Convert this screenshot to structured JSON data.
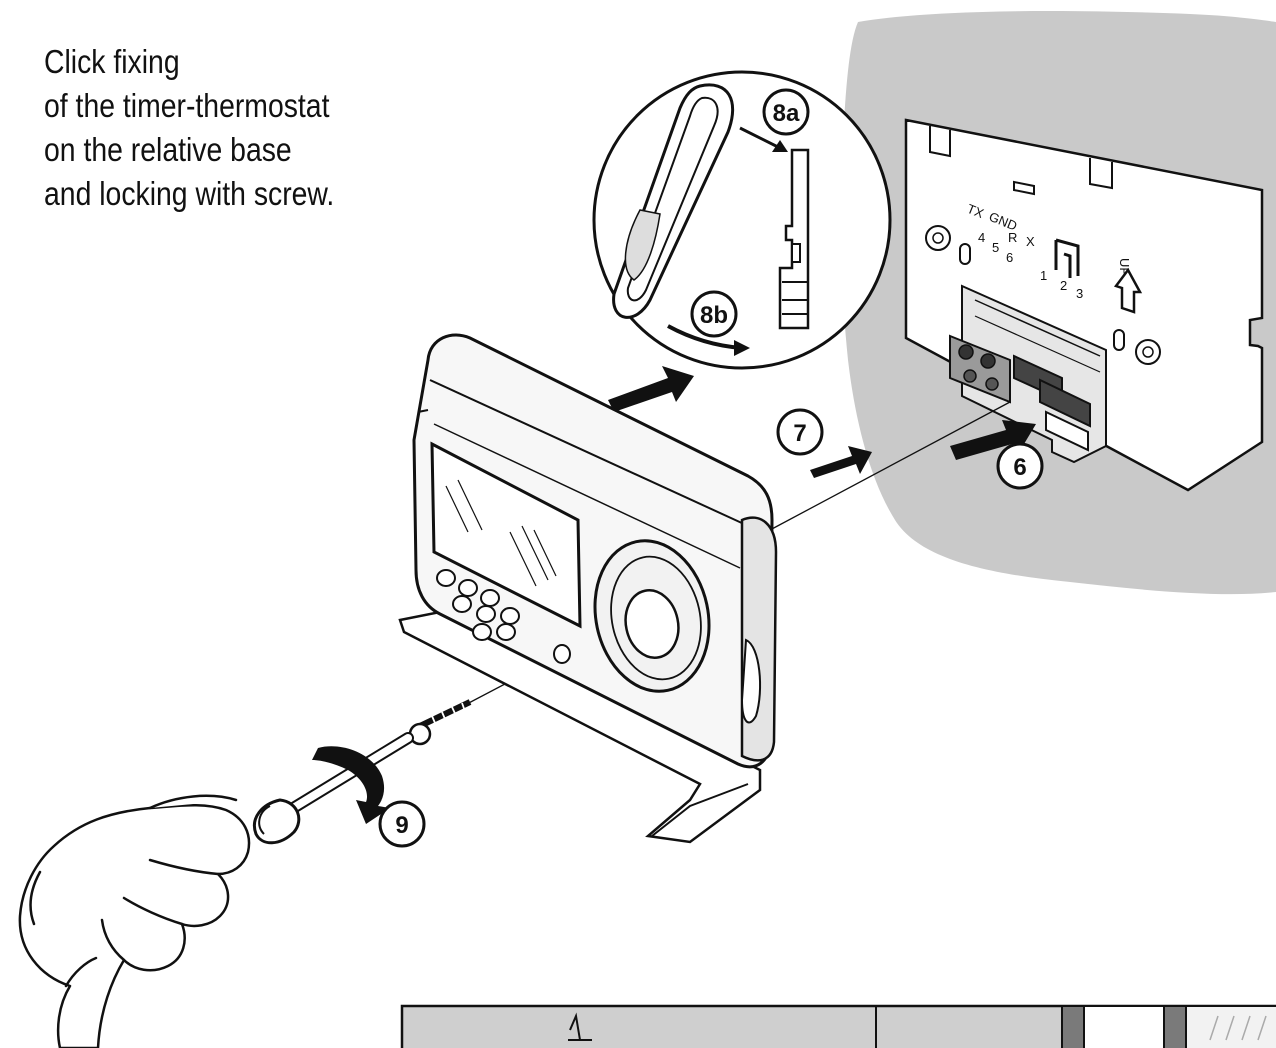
{
  "caption": {
    "lines": [
      "Click fixing",
      "of the timer-thermostat",
      "on the relative base",
      "and locking with screw."
    ]
  },
  "callouts": {
    "step_6": "6",
    "step_7": "7",
    "step_8a": "8a",
    "step_8b": "8b",
    "step_9": "9"
  },
  "terminal_labels": {
    "tx": "TX",
    "gnd": "GND",
    "r": "R",
    "x": "X",
    "n4": "4",
    "n5": "5",
    "n6": "6",
    "n1": "1",
    "n2": "2",
    "n3": "3",
    "up": "UP"
  }
}
